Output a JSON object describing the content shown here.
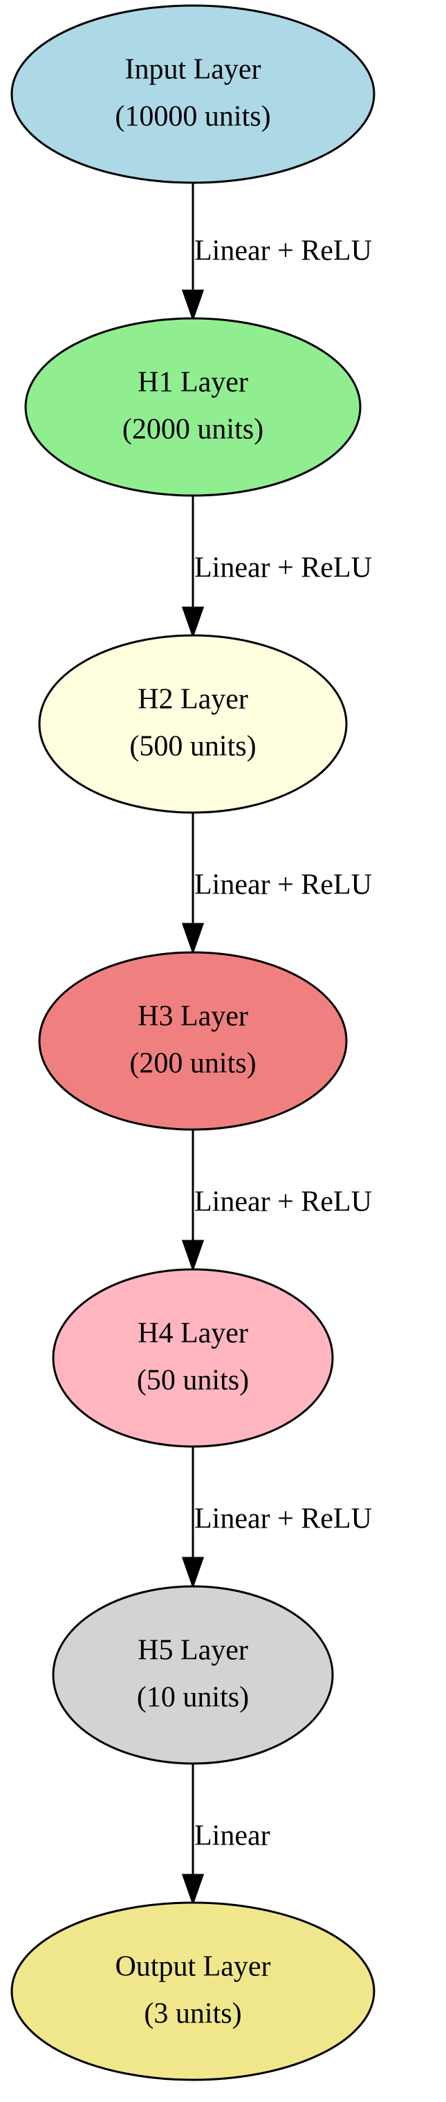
{
  "nodes": [
    {
      "id": "input",
      "line1": "Input Layer",
      "line2": "(10000 units)",
      "fill": "#add8e6"
    },
    {
      "id": "h1",
      "line1": "H1 Layer",
      "line2": "(2000 units)",
      "fill": "#90ee90"
    },
    {
      "id": "h2",
      "line1": "H2 Layer",
      "line2": "(500 units)",
      "fill": "#ffffe0"
    },
    {
      "id": "h3",
      "line1": "H3 Layer",
      "line2": "(200 units)",
      "fill": "#f08080"
    },
    {
      "id": "h4",
      "line1": "H4 Layer",
      "line2": "(50 units)",
      "fill": "#ffb6c1"
    },
    {
      "id": "h5",
      "line1": "H5 Layer",
      "line2": "(10 units)",
      "fill": "#d3d3d3"
    },
    {
      "id": "output",
      "line1": "Output Layer",
      "line2": "(3 units)",
      "fill": "#f0e68c"
    }
  ],
  "edges": [
    {
      "from": "input",
      "to": "h1",
      "label": "Linear + ReLU"
    },
    {
      "from": "h1",
      "to": "h2",
      "label": "Linear + ReLU"
    },
    {
      "from": "h2",
      "to": "h3",
      "label": "Linear + ReLU"
    },
    {
      "from": "h3",
      "to": "h4",
      "label": "Linear + ReLU"
    },
    {
      "from": "h4",
      "to": "h5",
      "label": "Linear + ReLU"
    },
    {
      "from": "h5",
      "to": "output",
      "label": "Linear"
    }
  ],
  "colors": {
    "stroke": "#000000",
    "text": "#000000",
    "background": "#ffffff"
  }
}
